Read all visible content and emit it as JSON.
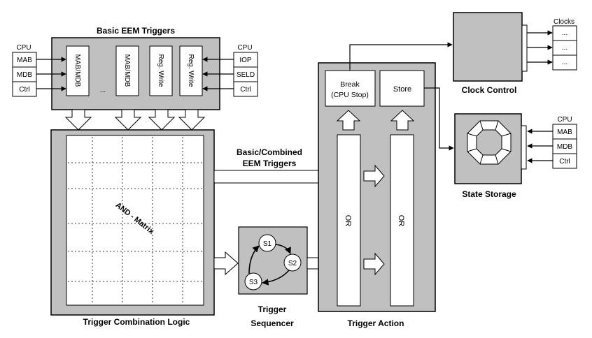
{
  "basic_triggers": {
    "title": "Basic EEM Triggers",
    "cpu_label": "CPU",
    "inputs": [
      "MAB",
      "MDB",
      "Ctrl"
    ],
    "columns": [
      "MAB/MDB",
      "MAB/MDB",
      "Reg. Write",
      "Reg. Write"
    ],
    "ellipsis": "...",
    "right_cpu_label": "CPU",
    "right_inputs": [
      "IOP",
      "SELD",
      "Ctrl"
    ]
  },
  "combination": {
    "title": "Trigger Combination Logic",
    "matrix_label": "AND - Matrix"
  },
  "combined_arrow": {
    "line1": "Basic/Combined",
    "line2": "EEM Triggers"
  },
  "sequencer": {
    "title_line1": "Trigger",
    "title_line2": "Sequencer",
    "states": [
      "S1",
      "S2",
      "S3"
    ]
  },
  "action": {
    "title": "Trigger Action",
    "break_line1": "Break",
    "break_line2": "(CPU Stop)",
    "store_label": "Store",
    "or_labels": [
      "OR",
      "OR"
    ]
  },
  "clock": {
    "title": "Clock Control",
    "clocks_label": "Clocks",
    "outputs": [
      "...",
      "...",
      "..."
    ]
  },
  "state_storage": {
    "title": "State Storage",
    "cpu_label": "CPU",
    "inputs": [
      "MAB",
      "MDB",
      "Ctrl"
    ]
  }
}
